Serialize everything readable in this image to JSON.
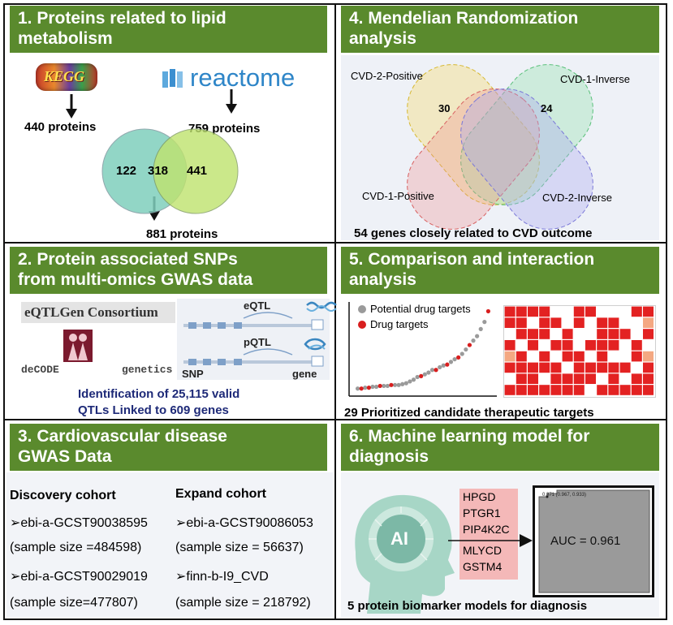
{
  "panel1": {
    "title_line1": "1. Proteins related to lipid",
    "title_line2": "metabolism",
    "kegg_logo_text": "KEGG",
    "reactome_logo_text": "reactome",
    "left_count": "440 proteins",
    "right_count": "759 proteins",
    "venn_left": "122",
    "venn_mid": "318",
    "venn_right": "441",
    "total": "881 proteins"
  },
  "panel2": {
    "title_line1": "2. Protein associated SNPs",
    "title_line2": "from  multi-omics GWAS data",
    "eqtlgen": "eQTLGen Consortium",
    "decode_left": "deCODE",
    "decode_right": "genetics",
    "eqtl": "eQTL",
    "pqtl": "pQTL",
    "snp": "SNP",
    "gene": "gene",
    "result_line1": "Identification of 25,115 valid",
    "result_line2": "QTLs Linked to 609 genes"
  },
  "panel3": {
    "title_line1": "3. Cardiovascular disease",
    "title_line2": "GWAS Data",
    "discovery_title": "Discovery cohort",
    "expand_title": "Expand cohort",
    "disc1": "➢ebi-a-GCST90038595",
    "disc1_size": "(sample size =484598)",
    "disc2": "➢ebi-a-GCST90029019",
    "disc2_size": "(sample size=477807)",
    "exp1": "➢ebi-a-GCST90086053",
    "exp1_size": "(sample size = 56637)",
    "exp2": "➢finn-b-I9_CVD",
    "exp2_size": "(sample size = 218792)"
  },
  "panel4": {
    "title_line1": "4. Mendelian Randomization",
    "title_line2": "analysis",
    "set_cvd2_pos": "CVD-2-Positive",
    "set_cvd1_inv": "CVD-1-Inverse",
    "set_cvd1_pos": "CVD-1-Positive",
    "set_cvd2_inv": "CVD-2-Inverse",
    "count_a": "30",
    "count_b": "24",
    "caption": "54 genes closely related to CVD outcome",
    "colors": {
      "cvd2pos": "#f6d860",
      "cvd1inv": "#8fe0a8",
      "cvd1pos": "#f08a8a",
      "cvd2inv": "#a9a6ee"
    }
  },
  "panel5": {
    "title_line1": "5. Comparison and interaction",
    "title_line2": "analysis",
    "legend_potential": "Potential drug targets",
    "legend_drug": "Drug targets",
    "caption": "29 Prioritized candidate therapeutic targets",
    "colors": {
      "potential": "#9a9a9a",
      "drug": "#d81e1e",
      "heat": "#e32222",
      "heat_light": "#f4a882"
    }
  },
  "panel6": {
    "title_line1": "6. Machine learning model for",
    "title_line2": "diagnosis",
    "ai_label": "AI",
    "biomarkers": [
      "HPGD",
      "PTGR1",
      "PIP4K2C",
      "MLYCD",
      "GSTM4"
    ],
    "roc_annotation": "0.871 (0.967, 0.933)",
    "auc": "AUC = 0.961",
    "caption": "5 protein biomarker models for diagnosis"
  },
  "chart_data": {
    "type": "scatter",
    "title": "",
    "xlabel": "",
    "ylabel": "",
    "series": [
      {
        "name": "Potential drug targets",
        "points": [
          [
            1,
            3
          ],
          [
            3,
            4
          ],
          [
            5,
            5
          ],
          [
            6,
            5
          ],
          [
            8,
            6
          ],
          [
            9,
            6
          ],
          [
            11,
            7
          ],
          [
            12,
            7
          ],
          [
            13,
            8
          ],
          [
            14,
            9
          ],
          [
            15,
            11
          ],
          [
            16,
            13
          ],
          [
            17,
            16
          ],
          [
            19,
            19
          ],
          [
            20,
            21
          ],
          [
            21,
            24
          ],
          [
            23,
            27
          ],
          [
            24,
            29
          ],
          [
            26,
            33
          ],
          [
            27,
            36
          ],
          [
            29,
            42
          ],
          [
            30,
            47
          ],
          [
            32,
            57
          ],
          [
            33,
            62
          ],
          [
            34,
            70
          ],
          [
            35,
            78
          ]
        ]
      },
      {
        "name": "Drug targets",
        "points": [
          [
            2,
            3
          ],
          [
            4,
            4
          ],
          [
            7,
            6
          ],
          [
            10,
            7
          ],
          [
            18,
            17
          ],
          [
            22,
            24
          ],
          [
            25,
            30
          ],
          [
            28,
            38
          ],
          [
            31,
            52
          ],
          [
            36,
            90
          ]
        ]
      }
    ]
  }
}
